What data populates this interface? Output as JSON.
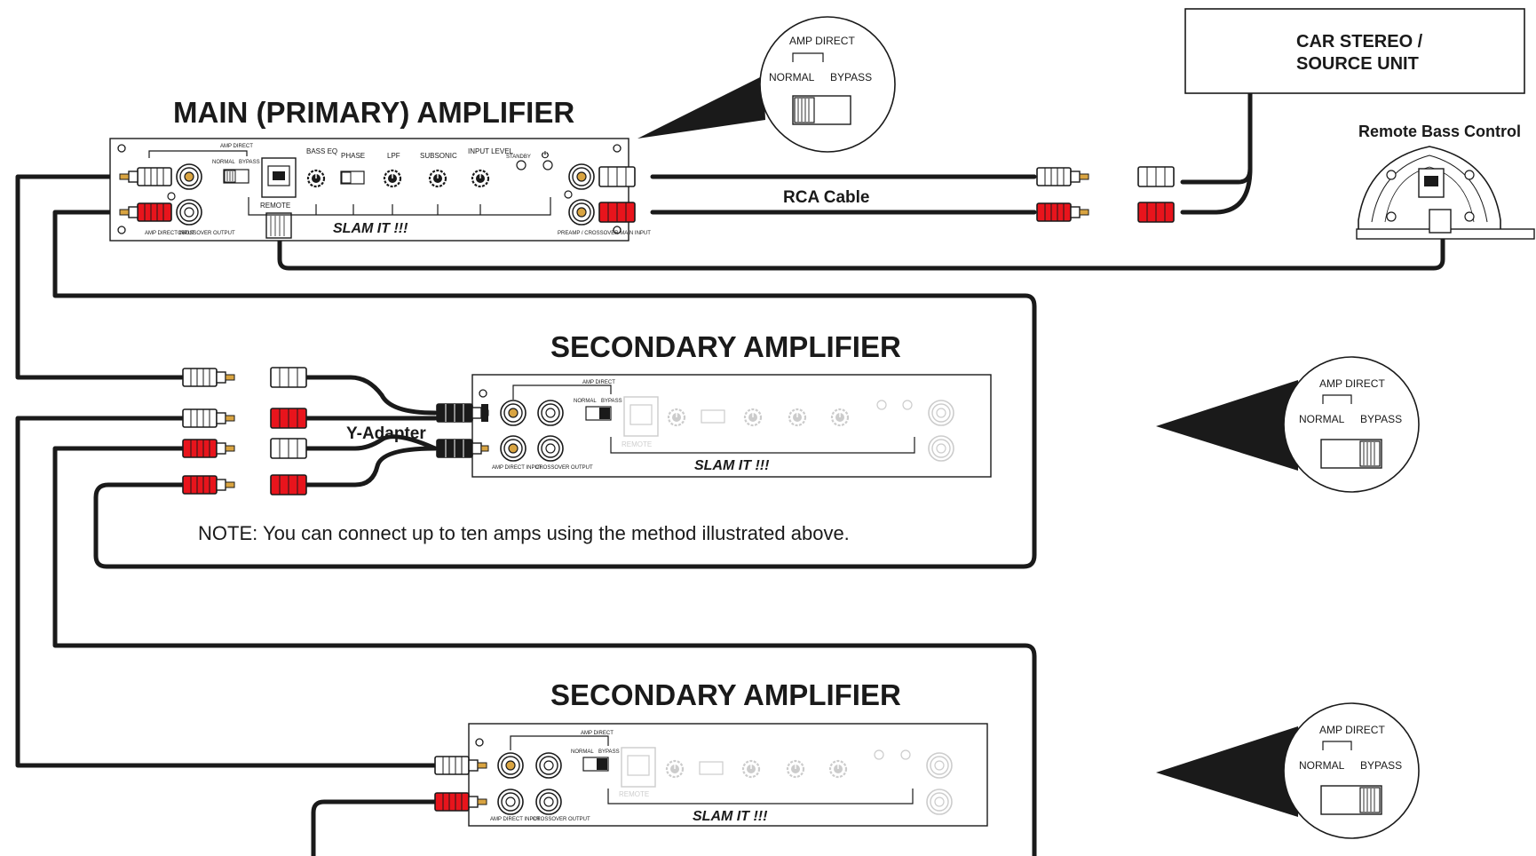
{
  "main_amp": {
    "title": "MAIN (PRIMARY) AMPLIFIER",
    "amp_direct": "AMP DIRECT",
    "normal": "NORMAL",
    "bypass": "BYPASS",
    "remote": "REMOTE",
    "bass_eq": "BASS EQ",
    "phase": "PHASE",
    "lpf": "LPF",
    "subsonic": "SUBSONIC",
    "input_level": "INPUT LEVEL",
    "standby": "STANDBY",
    "amp_direct_input": "AMP DIRECT INPUT",
    "crossover_output": "CROSSOVER OUTPUT",
    "preamp_input": "PREAMP / CROSSOVER MAIN INPUT",
    "slam": "SLAM IT !!!"
  },
  "secondary_amp_1": {
    "title": "SECONDARY AMPLIFIER",
    "slam": "SLAM IT !!!",
    "amp_direct": "AMP DIRECT",
    "normal": "NORMAL",
    "bypass": "BYPASS",
    "remote": "REMOTE",
    "amp_direct_input": "AMP DIRECT INPUT",
    "crossover_output": "CROSSOVER OUTPUT"
  },
  "secondary_amp_2": {
    "title": "SECONDARY AMPLIFIER",
    "slam": "SLAM IT !!!",
    "amp_direct": "AMP DIRECT",
    "normal": "NORMAL",
    "bypass": "BYPASS",
    "remote": "REMOTE",
    "amp_direct_input": "AMP DIRECT INPUT",
    "crossover_output": "CROSSOVER OUTPUT"
  },
  "callouts": {
    "top": {
      "amp_direct": "AMP DIRECT",
      "normal": "NORMAL",
      "bypass": "BYPASS"
    },
    "middle": {
      "amp_direct": "AMP DIRECT",
      "normal": "NORMAL",
      "bypass": "BYPASS"
    },
    "bottom": {
      "amp_direct": "AMP DIRECT",
      "normal": "NORMAL",
      "bypass": "BYPASS"
    }
  },
  "source_unit": {
    "line1": "CAR STEREO /",
    "line2": "SOURCE UNIT"
  },
  "remote_bass": {
    "title": "Remote Bass Control"
  },
  "labels": {
    "rca_cable": "RCA Cable",
    "y_adapter": "Y-Adapter",
    "note": "NOTE: You can connect up to ten amps using the method illustrated above."
  },
  "colors": {
    "red_plug": "#e8141c",
    "white_plug": "#ffffff",
    "gold_tip": "#d9a441",
    "black_plug": "#1a1a1a",
    "line": "#1a1a1a"
  }
}
